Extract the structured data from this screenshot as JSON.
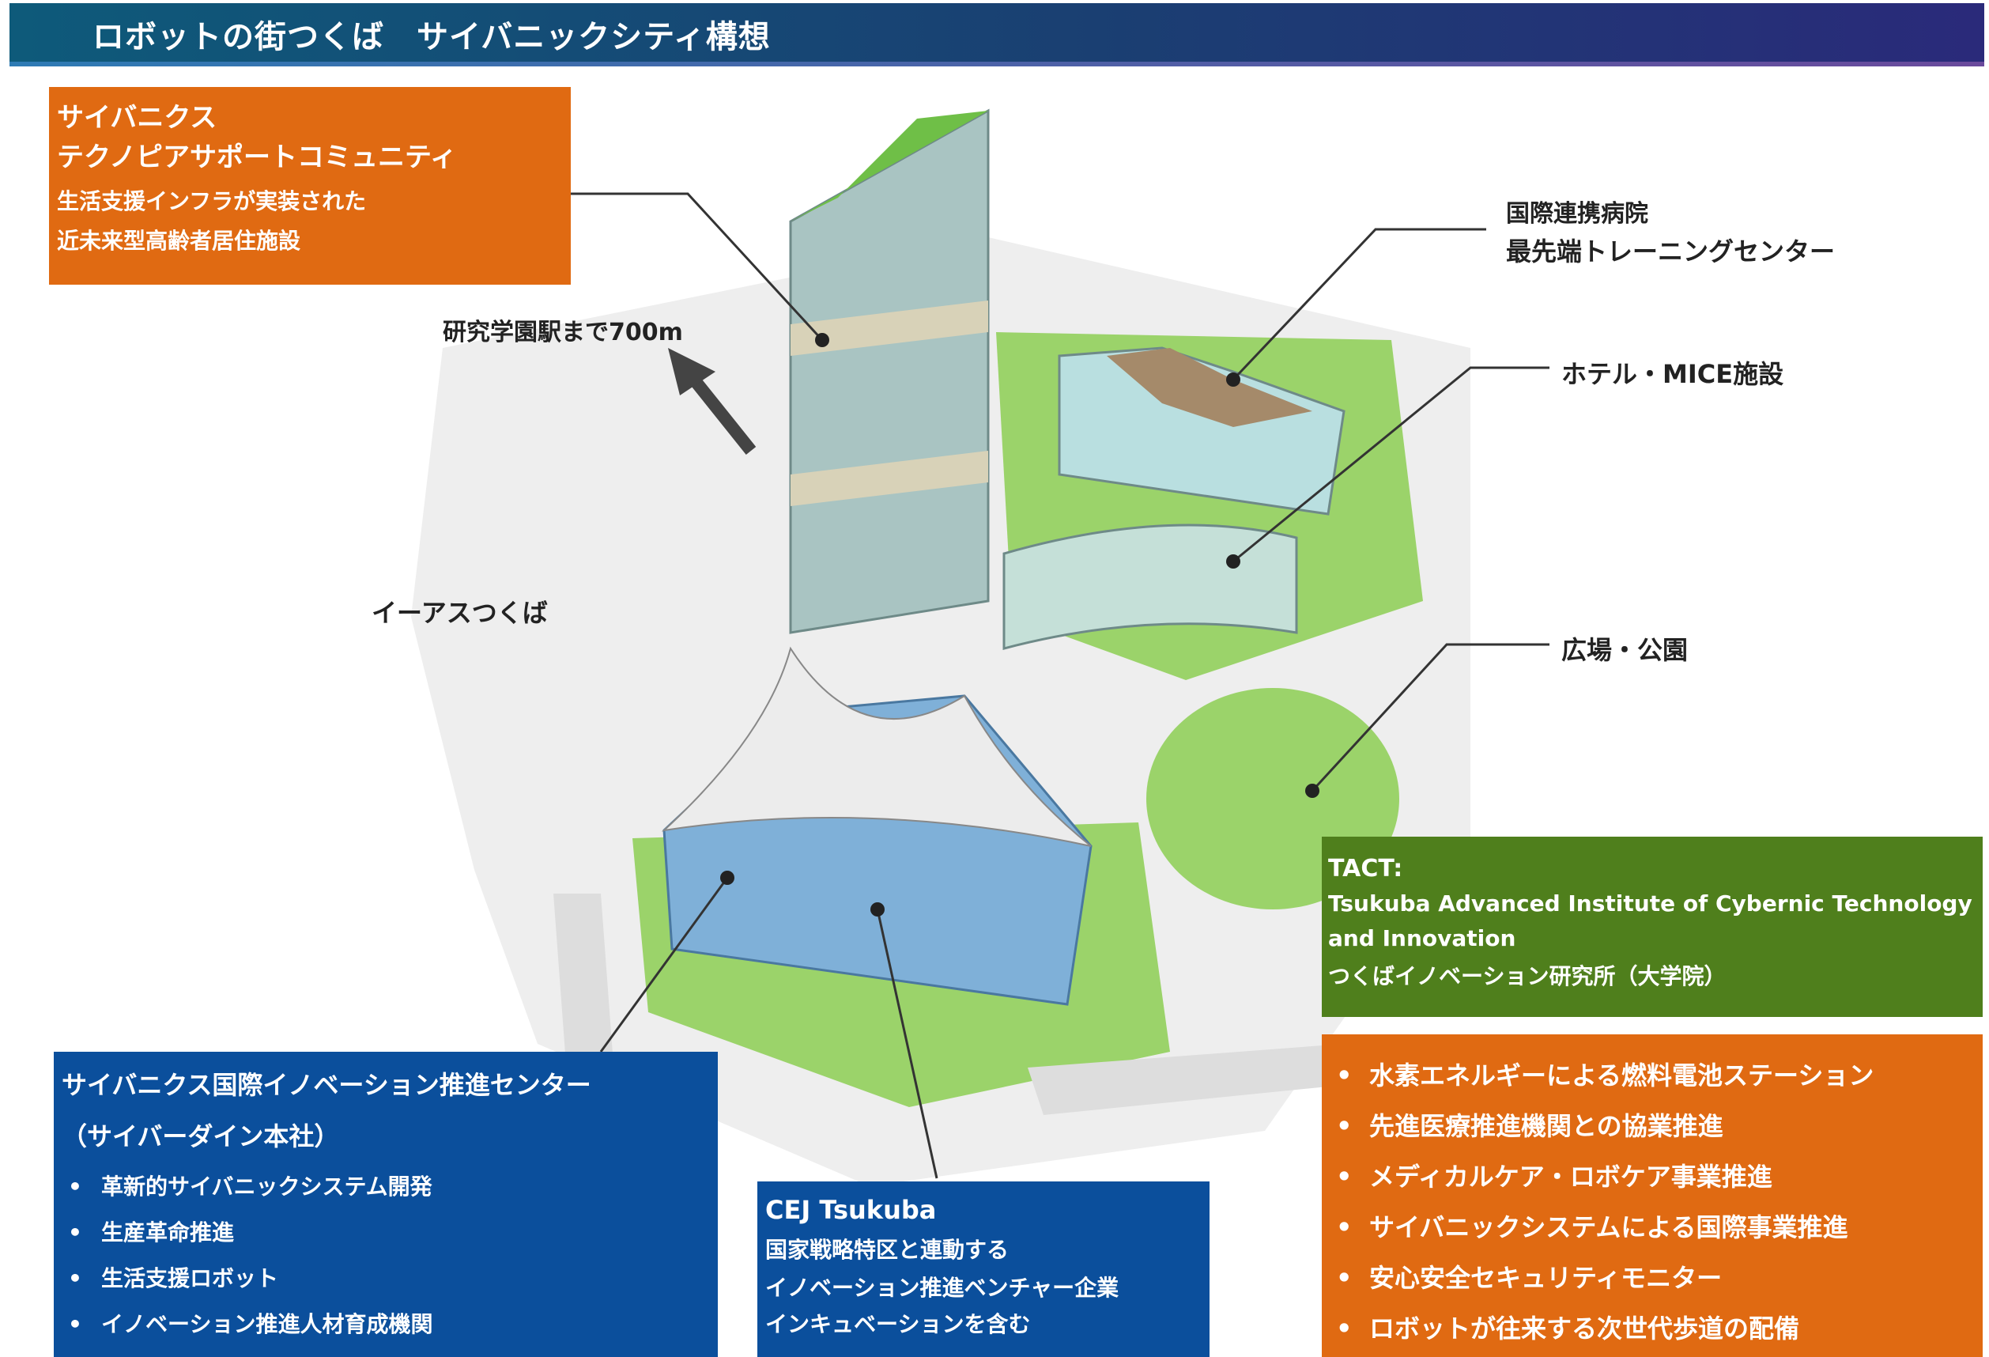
{
  "header": {
    "title": "ロボットの街つくば　サイバニックシティ構想"
  },
  "topLeft": {
    "line1": "サイバニクス",
    "line2": "テクノピアサポートコミュニティ",
    "line3": "生活支援インフラが実装された",
    "line4": "近未来型高齢者居住施設"
  },
  "labels": {
    "hospital1": "国際連携病院",
    "hospital2": "最先端トレーニングセンター",
    "hotel": "ホテル・MICE施設",
    "park": "広場・公園",
    "station": "研究学園駅まで700m",
    "mall": "イーアスつくば"
  },
  "tact": {
    "title": "TACT:",
    "name1": "Tsukuba Advanced Institute of Cybernic Technology",
    "name2": "and Innovation",
    "sub": "つくばイノベーション研究所（大学院）"
  },
  "rightList": [
    "水素エネルギーによる燃料電池ステーション",
    "先進医療推進機関との協業推進",
    "メディカルケア・ロボケア事業推進",
    "サイバニックシステムによる国際事業推進",
    "安心安全セキュリティモニター",
    "ロボットが往来する次世代歩道の配備"
  ],
  "center": {
    "title": "サイバニクス国際イノベーション推進センター",
    "sub": "（サイバーダイン本社）",
    "items": [
      "革新的サイバニックシステム開発",
      "生産革命推進",
      "生活支援ロボット",
      "イノベーション推進人材育成機関"
    ]
  },
  "cej": {
    "title": "CEJ Tsukuba",
    "line1": "国家戦略特区と連動する",
    "line2": "イノベーション推進ベンチャー企業",
    "line3": "インキュベーションを含む"
  },
  "colors": {
    "orange": "#e06a12",
    "blue": "#0b4f9c",
    "green": "#4f7f1c",
    "header": "#1a3f72"
  }
}
